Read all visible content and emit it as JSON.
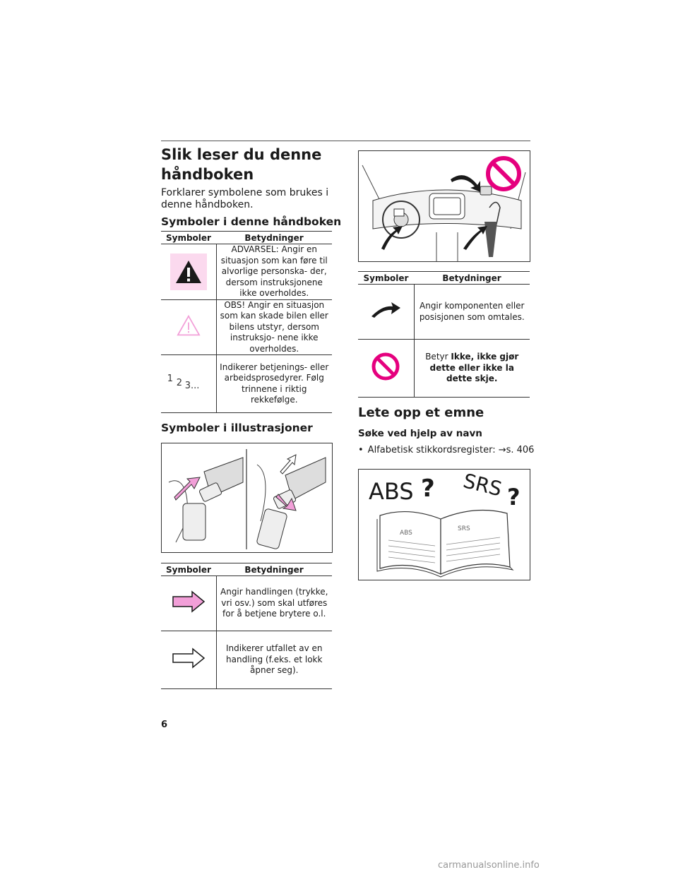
{
  "title": "Slik leser du denne håndboken",
  "intro": "Forklarer symbolene som brukes i denne håndboken.",
  "section1": {
    "heading": "Symboler i denne håndboken",
    "col_symbol": "Symboler",
    "col_meaning": "Betydninger",
    "rows": [
      {
        "icon": "warning-triangle-filled-icon",
        "text": "ADVARSEL: Angir en situasjon som kan føre til alvorlige personska- der, dersom instruksjonene ikke overholdes."
      },
      {
        "icon": "caution-triangle-outline-icon",
        "text": "OBS! Angir en situasjon som kan skade bilen eller bilens utstyr, dersom instruksjo- nene ikke overholdes."
      },
      {
        "icon": "step-numbers-icon",
        "text": "Indikerer betjenings- eller arbeidsprosedyrer. Følg trinnene i riktig rekkefølge."
      }
    ],
    "steps_glyph": [
      "1",
      "2",
      "3..."
    ]
  },
  "section2": {
    "heading": "Symboler i illustrasjoner",
    "col_symbol": "Symboler",
    "col_meaning": "Betydninger",
    "rows": [
      {
        "icon": "action-arrow-pink-icon",
        "text": "Angir handlingen (trykke, vri osv.) som skal utføres for å betjene brytere o.l."
      },
      {
        "icon": "result-arrow-outline-icon",
        "text": "Indikerer utfallet av en handling (f.eks. et lokk åpner seg)."
      }
    ]
  },
  "section3": {
    "col_symbol": "Symboler",
    "col_meaning": "Betydninger",
    "rows": [
      {
        "icon": "component-arrow-icon",
        "text": "Angir komponenten eller posisjonen som omtales."
      },
      {
        "icon": "prohibited-icon",
        "prefix": "Betyr ",
        "bold": "Ikke, ikke gjør dette eller ikke la dette skje."
      }
    ]
  },
  "lookup": {
    "heading": "Lete opp et emne",
    "subheading": "Søke ved hjelp av navn",
    "bullet": "Alfabetisk stikkordsregister: →s. 406"
  },
  "book_labels": {
    "left": "ABS",
    "right": "SRS",
    "q": "?"
  },
  "page_number": "6",
  "watermark": "carmanualsonline.info",
  "colors": {
    "pink": "#f29fd8",
    "pink_bg": "#fbd9ee",
    "prohibit": "#e5007e"
  }
}
